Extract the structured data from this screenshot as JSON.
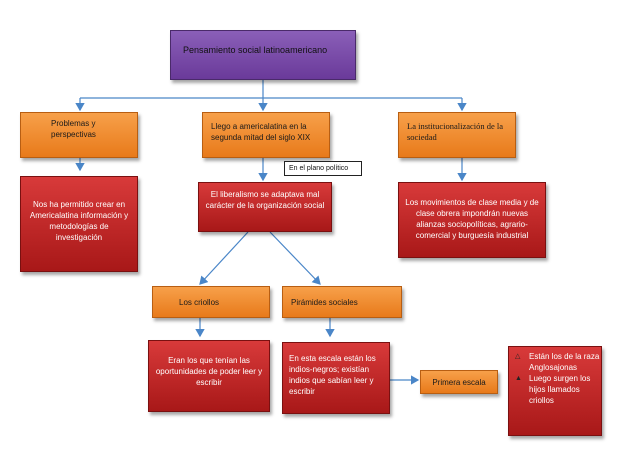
{
  "diagram": {
    "root": "Pensamiento social latinoamericano",
    "left_branch": {
      "title": "Problemas y perspectivas",
      "detail": "Nos ha permitido crear en Americalatina información y metodologías de investigación"
    },
    "center_branch": {
      "title": "Llego a americalatina en la segunda mitad del siglo XIX",
      "callout": "En el plano político",
      "detail": "El liberalismo se adaptava mal carácter de la organización social",
      "sub_left": {
        "title": "Los criollos",
        "detail": "Eran los que tenían las oportunidades de poder leer y escribir"
      },
      "sub_right": {
        "title": "Pirámides sociales",
        "detail": "En esta escala están los indios-negros; existían indios que sabían leer y escribir",
        "next": "Primera escala",
        "bullets": [
          "Están los de la raza Anglosajonas",
          "Luego surgen los hijos llamados criollos"
        ]
      }
    },
    "right_branch": {
      "title": "La institucionalización de la sociedad",
      "detail": "Los movimientos de clase media y de clase obrera impondrán nuevas alianzas sociopolíticas, agrario-comercial y burguesía industrial"
    }
  },
  "colors": {
    "root": "#7a4aaa",
    "branch": "#f28c2a",
    "detail": "#c02424",
    "connector": "#4a86c8"
  }
}
